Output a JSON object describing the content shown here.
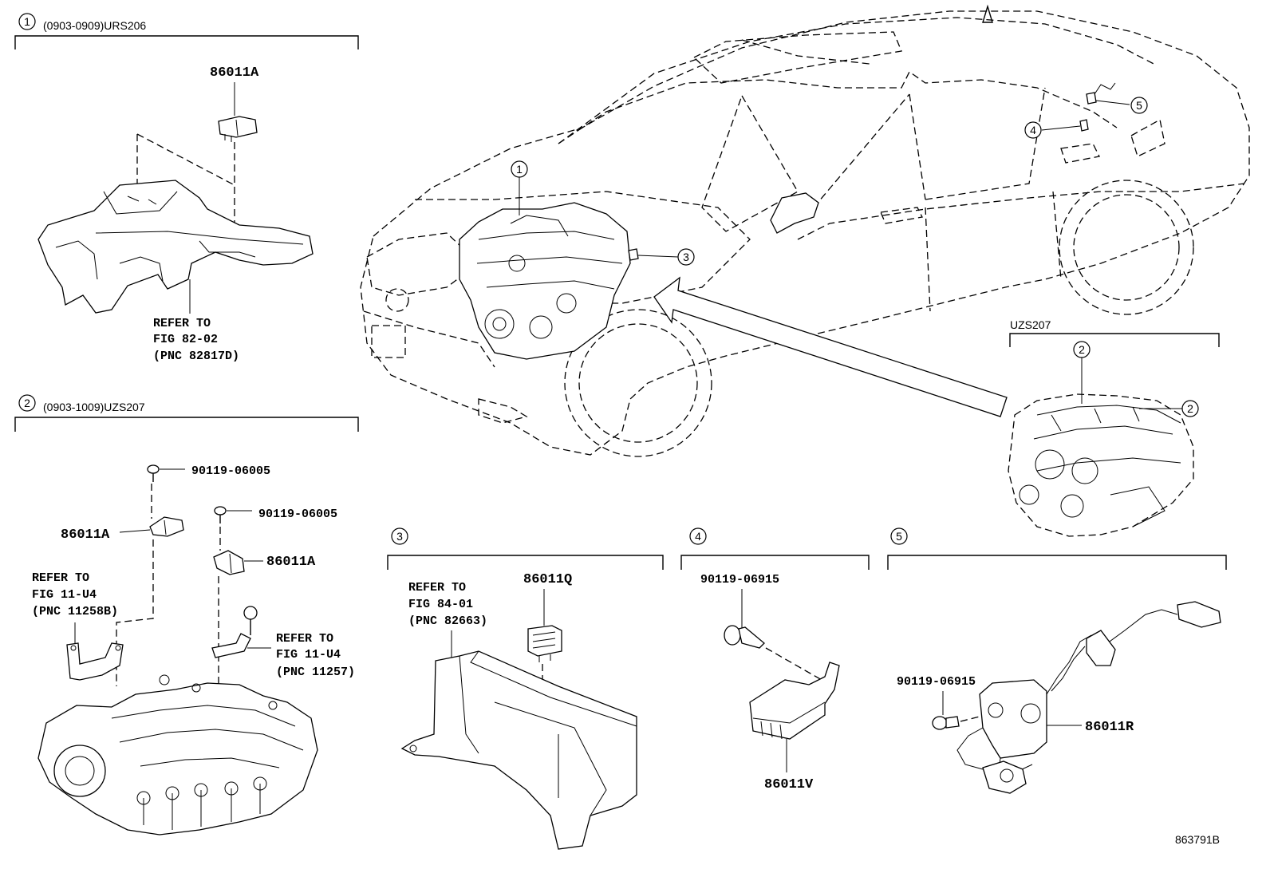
{
  "sections": [
    {
      "num": "1",
      "header": "(0903-0909)URS206"
    },
    {
      "num": "2",
      "header": "(0903-1009)UZS207"
    },
    {
      "num": "3",
      "header": ""
    },
    {
      "num": "4",
      "header": ""
    },
    {
      "num": "5",
      "header": ""
    }
  ],
  "uzs_inset": {
    "label": "UZS207",
    "callout_top": "2",
    "callout_right": "2"
  },
  "car_callouts": [
    "1",
    "3",
    "4",
    "5"
  ],
  "parts": {
    "p86011A": "86011A",
    "p86011Q": "86011Q",
    "p86011V": "86011V",
    "p86011R": "86011R",
    "p90119_06005": "90119-06005",
    "p90119_06915": "90119-06915"
  },
  "refs": {
    "r1": [
      "REFER TO",
      "FIG 82-02",
      "(PNC 82817D)"
    ],
    "r2a": [
      "REFER TO",
      "FIG 11-U4",
      "(PNC 11258B)"
    ],
    "r2b": [
      "REFER TO",
      "FIG 11-U4",
      "(PNC 11257)"
    ],
    "r3": [
      "REFER TO",
      "FIG 84-01",
      "(PNC 82663)"
    ]
  },
  "figure_code": "863791B"
}
